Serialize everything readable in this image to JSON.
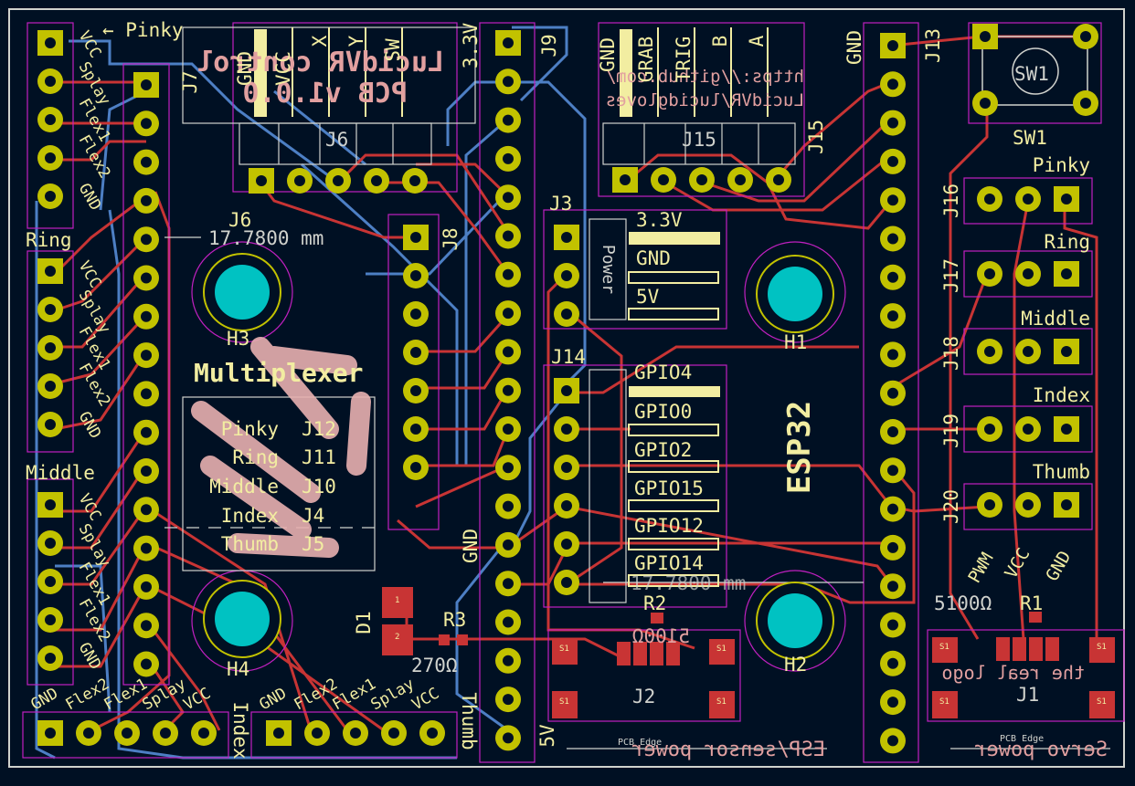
{
  "colors": {
    "background": "#001023",
    "board_outline": "#d0d2cd",
    "copper_front": "#c83434",
    "copper_back": "#4d7fc4",
    "pad": "#c2c200",
    "silk": "#f2eda1",
    "fab": "#e2a0a0",
    "courtyard": "#c020c0",
    "hole": "#00c2c2",
    "back_silk": "#e8b0b0"
  },
  "refs": {
    "J6": "J6",
    "J7": "J7",
    "J8": "J8",
    "J9": "J9",
    "J13": "J13",
    "J15": "J15",
    "J3": "J3",
    "J14": "J14",
    "J16": "J16",
    "J17": "J17",
    "J18": "J18",
    "J19": "J19",
    "J20": "J20",
    "J1": "J1",
    "J2": "J2",
    "R1": "R1",
    "R2": "R2",
    "R3": "R3",
    "D1": "D1",
    "SW1": "SW1",
    "H1": "H1",
    "H2": "H2",
    "H3": "H3",
    "H4": "H4"
  },
  "titles": {
    "board_title_line1": "LucidVR control",
    "board_title_line2": "PCB v1.0.0",
    "url_line1": "https://github.com/",
    "url_line2": "LucidVR/lucidgloves",
    "esp32": "ESP32",
    "multiplexer": "Multiplexer",
    "dimension_label": "17.7800 mm",
    "power_label": "Power",
    "esp_sensor_power": "ESP/sensor power",
    "servo_power": "Servo power",
    "the_real_logo": "the real logo",
    "pcb_edge_1": "PCB Edge",
    "pcb_edge_2": "PCB Edge",
    "five_v": "5V",
    "three_v3": "3.3V",
    "gnd_j13": "GND",
    "gnd_j9": "GND",
    "pinky_arrow": "← Pinky",
    "thumb_bottom": "Thumb",
    "index_bottom": "Index",
    "r_270": "270Ω",
    "r_5100a": "5100Ω",
    "r_5100b": "5100Ω"
  },
  "j6_labels": [
    "GND",
    "VCC",
    "X",
    "Y",
    "SW"
  ],
  "j15_labels": [
    "GND",
    "GRAB",
    "TRIG",
    "B",
    "A"
  ],
  "j3_labels": [
    "3.3V",
    "GND",
    "5V"
  ],
  "j14_labels": [
    "GPIO4",
    "GPIO0",
    "GPIO2",
    "GPIO15",
    "GPIO12",
    "GPIO14"
  ],
  "finger_labels": [
    "Pinky",
    "Ring",
    "Middle",
    "Index",
    "Thumb"
  ],
  "servo_pin_labels": [
    "PWM",
    "VCC",
    "GND"
  ],
  "sensor_pin_labels": [
    "VCC",
    "Splay",
    "Flex1",
    "Flex2",
    "GND"
  ],
  "sensor_pin_labels_rev": [
    "GND",
    "Flex2",
    "Flex1",
    "Splay",
    "VCC"
  ],
  "side_headers": {
    "ring": "Ring",
    "middle": "Middle"
  },
  "mux_map": [
    {
      "finger": "Pinky",
      "ref": "J12"
    },
    {
      "finger": "Ring",
      "ref": "J11"
    },
    {
      "finger": "Middle",
      "ref": "J10"
    },
    {
      "finger": "Index",
      "ref": "J4"
    },
    {
      "finger": "Thumb",
      "ref": "J5"
    }
  ],
  "smd": {
    "s1": "S1",
    "d1_pin1": "1",
    "d1_pin2": "2"
  }
}
